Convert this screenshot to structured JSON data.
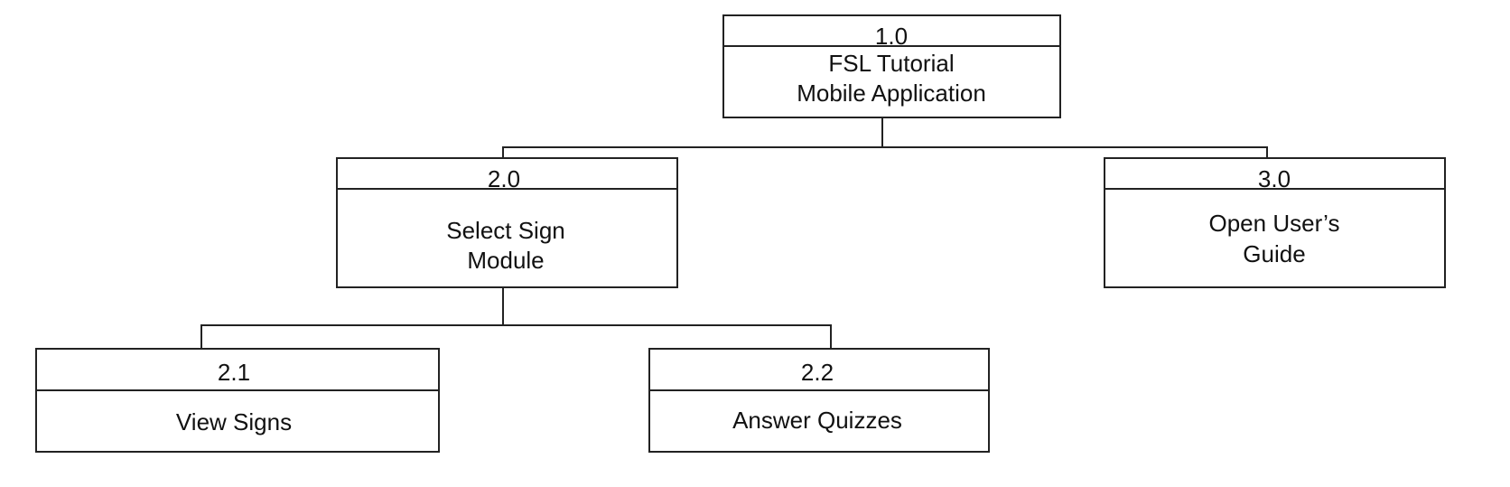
{
  "diagram": {
    "nodes": [
      {
        "id": "1.0",
        "number": "1.0",
        "title_lines": [
          "FSL Tutorial",
          "Mobile Application"
        ]
      },
      {
        "id": "2.0",
        "number": "2.0",
        "title_lines": [
          "Select Sign",
          "Module"
        ]
      },
      {
        "id": "3.0",
        "number": "3.0",
        "title_lines": [
          "Open User’s",
          "Guide"
        ]
      },
      {
        "id": "2.1",
        "number": "2.1",
        "title_lines": [
          "View Signs"
        ]
      },
      {
        "id": "2.2",
        "number": "2.2",
        "title_lines": [
          "Answer Quizzes"
        ]
      }
    ],
    "edges": [
      {
        "from": "1.0",
        "to": "2.0"
      },
      {
        "from": "1.0",
        "to": "3.0"
      },
      {
        "from": "2.0",
        "to": "2.1"
      },
      {
        "from": "2.0",
        "to": "2.2"
      }
    ],
    "colors": {
      "stroke": "#222222",
      "fill": "#ffffff",
      "text": "#111111"
    }
  }
}
